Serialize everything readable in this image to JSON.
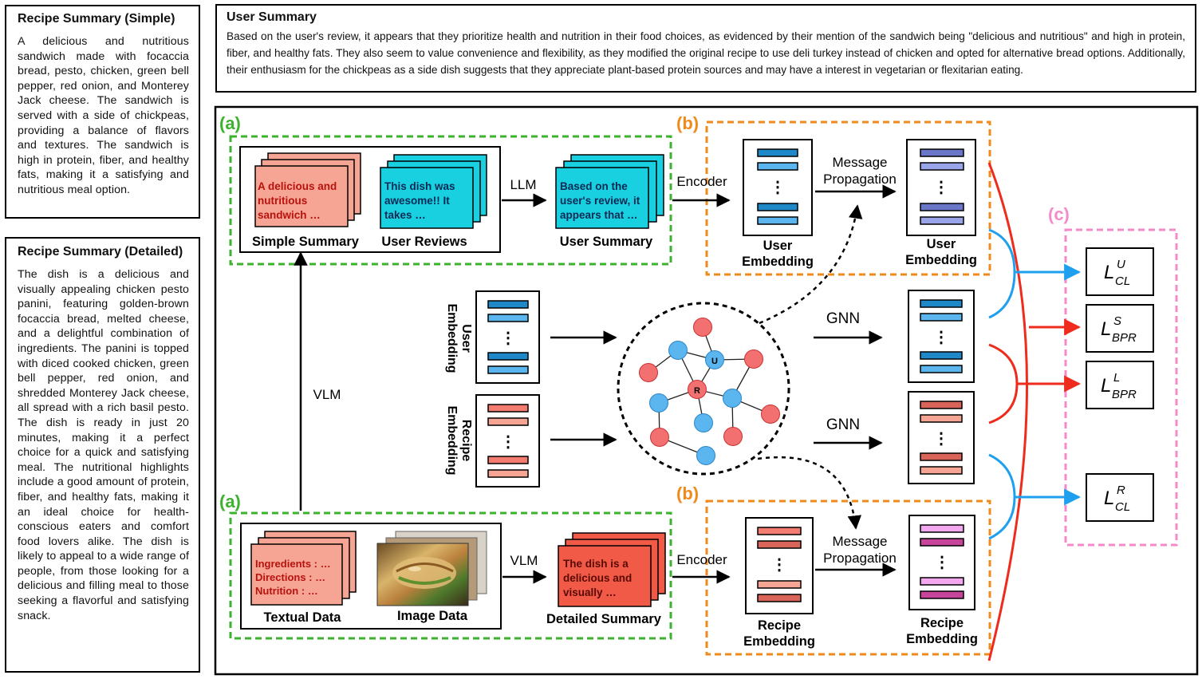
{
  "simple_summary_panel": {
    "title": "Recipe Summary (Simple)",
    "body": "A delicious and nutritious sandwich made with focaccia bread, pesto, chicken, green bell pepper, red onion, and Monterey Jack cheese. The sandwich is served with a side of chickpeas, providing a balance of flavors and textures. The sandwich is high in protein, fiber, and healthy fats, making it a satisfying and nutritious meal option."
  },
  "detailed_summary_panel": {
    "title": "Recipe Summary (Detailed)",
    "body": "The dish is a delicious and visually appealing chicken pesto panini, featuring golden-brown focaccia bread, melted cheese, and a delightful combination of ingredients. The panini is topped with diced cooked chicken, green bell pepper, red onion, and shredded Monterey Jack cheese, all spread with a rich basil pesto. The dish is ready in just 20 minutes, making it a perfect choice for a quick and satisfying meal. The nutritional highlights include a good amount of protein, fiber, and healthy fats, making it an ideal choice for health-conscious eaters and comfort food lovers alike. The dish is likely to appeal to a wide range of people, from those looking for a delicious and filling meal to those seeking a flavorful and satisfying snack."
  },
  "user_summary_panel": {
    "title": "User Summary",
    "body": "Based on the user's review, it appears that they prioritize health and nutrition in their food choices, as evidenced by their mention of the sandwich being \"delicious and nutritious\" and high in protein, fiber, and healthy fats. They also seem to value convenience and flexibility, as they modified the original recipe to use deli turkey instead of chicken and opted for alternative bread options. Additionally, their enthusiasm for the chickpeas as a side dish suggests that they appreciate plant-based protein sources and may have a interest in vegetarian or flexitarian eating."
  },
  "diagram": {
    "section_a": "(a)",
    "section_b": "(b)",
    "section_c": "(c)",
    "simple_card": [
      "A delicious and",
      "nutritious",
      "sandwich …"
    ],
    "simple_label": "Simple Summary",
    "reviews_card": [
      "This dish was",
      "awesome!! It",
      "takes   …"
    ],
    "reviews_label": "User Reviews",
    "llm": "LLM",
    "user_summary_card": [
      "Based on the",
      "user's review, it",
      "appears that …"
    ],
    "user_summary_label": "User Summary",
    "encoder": "Encoder",
    "message_propagation": [
      "Message",
      "Propagation"
    ],
    "user_embedding": [
      "User",
      "Embedding"
    ],
    "recipe_embedding": [
      "Recipe",
      "Embedding"
    ],
    "vlm": "VLM",
    "textual_card": [
      "Ingredients : …",
      "Directions : …",
      "Nutrition : …"
    ],
    "textual_label": "Textual Data",
    "image_label": "Image Data",
    "detailed_card": [
      "The dish is a",
      "delicious and",
      "visually …"
    ],
    "detailed_label": "Detailed Summary",
    "gnn": "GNN",
    "user_node": "U",
    "recipe_node": "R",
    "loss_base": "L",
    "loss_ucl": {
      "sup": "U",
      "sub": "CL"
    },
    "loss_sbpr": {
      "sup": "S",
      "sub": "BPR"
    },
    "loss_lbpr": {
      "sup": "L",
      "sub": "BPR"
    },
    "loss_rcl": {
      "sup": "R",
      "sub": "CL"
    }
  },
  "colors": {
    "green_dash": "#3cb22e",
    "orange_dash": "#f08a1c",
    "pink_dash": "#f58ac8",
    "salmon": "#f6a594",
    "cyan": "#19d0e0",
    "red_card": "#f05a46",
    "blue_arrow": "#1fa0ee",
    "red_arrow": "#ee2b1c",
    "node_red": "#f27070",
    "node_blue": "#5bb5ee"
  }
}
